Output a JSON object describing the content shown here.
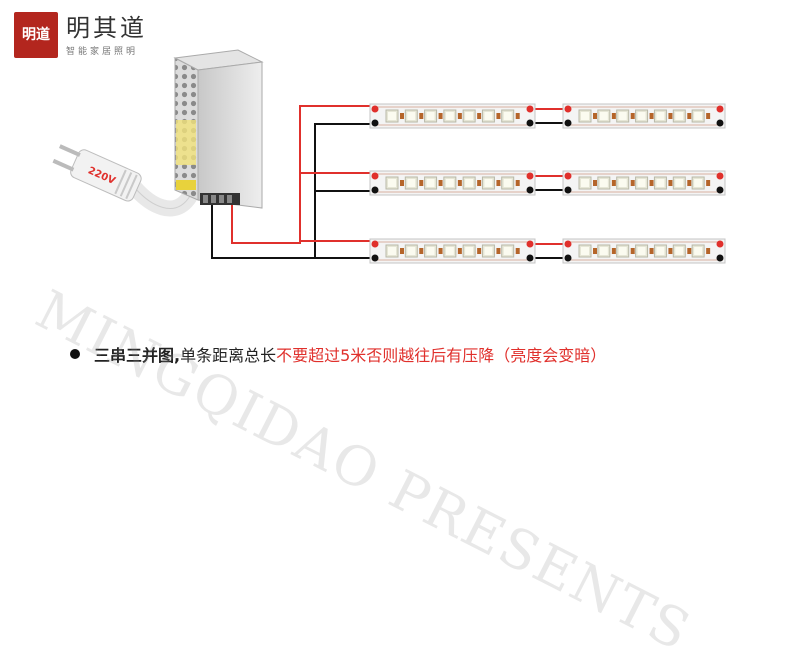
{
  "brand": {
    "seal_text": "明道",
    "name": "明其道",
    "subtitle": "智能家居照明"
  },
  "diagram": {
    "plug_label": "220V",
    "rows": 3,
    "strips_per_row": 2,
    "colors": {
      "positive": "#e0302c",
      "negative": "#111111",
      "pcb": "#f4f4f4",
      "led": "#e6e6d6",
      "resistor": "#b5652a"
    }
  },
  "caption": {
    "bold": "三串三并图,",
    "normal": "单条距离总长",
    "red": "不要超过5米否则越往后有压降（亮度会变暗）"
  },
  "watermark": "MINGQIDAO PRESENTS"
}
